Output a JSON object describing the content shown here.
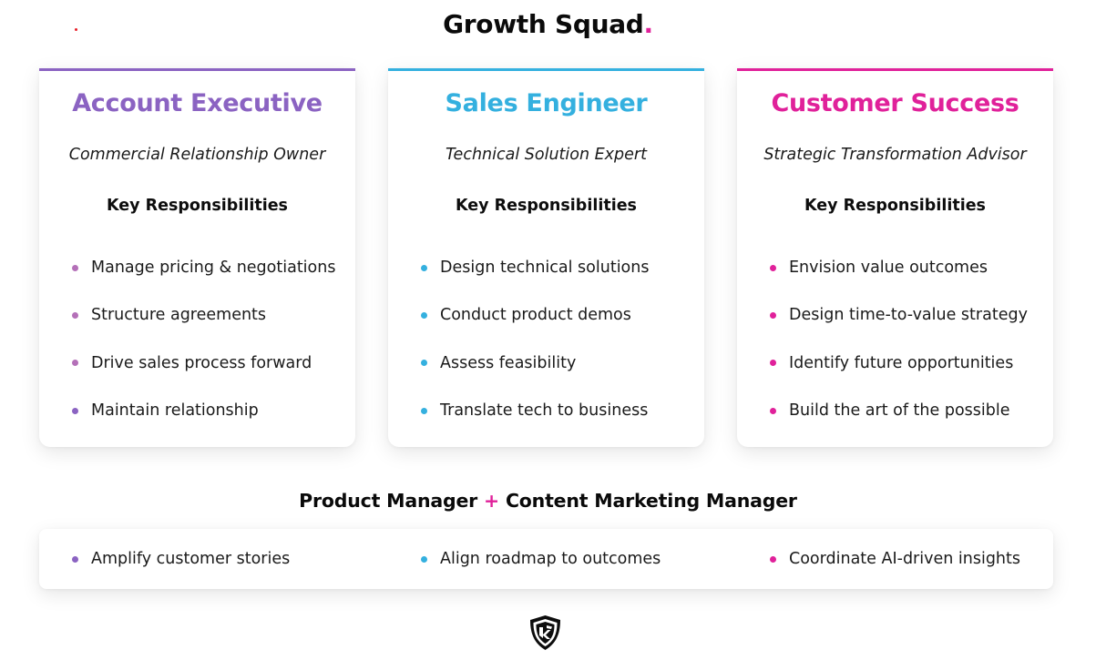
{
  "header": {
    "title": "Growth Squad",
    "title_dot": ".",
    "accent_color": "#e0219a"
  },
  "colors": {
    "account_executive": "#8b63c2",
    "sales_engineer": "#34b0df",
    "customer_success": "#e0219a",
    "ae_bullet_light": "#b470b8",
    "ae_bullet_dark": "#8b63c2"
  },
  "cards": [
    {
      "heading": "Account Executive",
      "subtitle": "Commercial Relationship Owner",
      "section_label": "Key Responsibilities",
      "color": "#8b63c2",
      "responsibilities": [
        "Manage pricing & negotiations",
        "Structure agreements",
        "Drive sales process forward",
        "Maintain relationship"
      ]
    },
    {
      "heading": "Sales Engineer",
      "subtitle": "Technical Solution Expert",
      "section_label": "Key Responsibilities",
      "color": "#34b0df",
      "responsibilities": [
        "Design technical solutions",
        "Conduct product demos",
        "Assess feasibility",
        "Translate tech to business"
      ]
    },
    {
      "heading": "Customer Success",
      "subtitle": "Strategic Transformation Advisor",
      "section_label": "Key Responsibilities",
      "color": "#e0219a",
      "responsibilities": [
        "Envision value outcomes",
        "Design time-to-value strategy",
        "Identify future opportunities",
        "Build the art of the possible"
      ]
    }
  ],
  "support": {
    "heading_left": "Product Manager",
    "heading_plus": "+",
    "heading_right": "Content Marketing Manager",
    "items": [
      {
        "text": "Amplify customer stories",
        "color": "#8b63c2"
      },
      {
        "text": "Align roadmap to outcomes",
        "color": "#34b0df"
      },
      {
        "text": "Coordinate AI-driven insights",
        "color": "#e0219a"
      }
    ]
  },
  "footer": {
    "logo_icon": "shield-logo-icon"
  }
}
